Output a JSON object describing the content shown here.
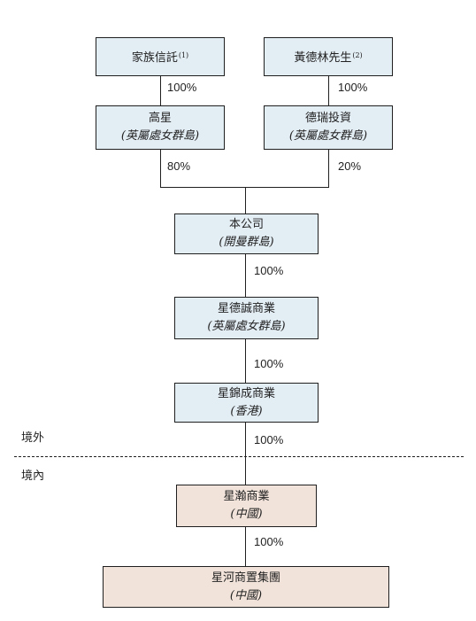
{
  "entities": {
    "family_trust": {
      "name": "家族信託",
      "note": "(1)"
    },
    "mr_huang": {
      "name": "黃德林先生",
      "note": "(2)"
    },
    "gaoxing": {
      "name": "高星",
      "jurisdiction": "(英屬處女群島)"
    },
    "derui": {
      "name": "德瑞投資",
      "jurisdiction": "(英屬處女群島)"
    },
    "company": {
      "name": "本公司",
      "jurisdiction": "(開曼群島)"
    },
    "xingdecheng": {
      "name": "星德誠商業",
      "jurisdiction": "(英屬處女群島)"
    },
    "xingjincheng": {
      "name": "星錦成商業",
      "jurisdiction": "(香港)"
    },
    "xinghan": {
      "name": "星瀚商業",
      "jurisdiction": "(中國)"
    },
    "xinghe": {
      "name": "星河商置集團",
      "jurisdiction": "(中國)"
    }
  },
  "ownership": {
    "trust_to_gaoxing": "100%",
    "huang_to_derui": "100%",
    "gaoxing_to_company": "80%",
    "derui_to_company": "20%",
    "company_to_xingdecheng": "100%",
    "xingdecheng_to_xingjincheng": "100%",
    "xingjincheng_to_xinghan": "100%",
    "xinghan_to_xinghe": "100%"
  },
  "regions": {
    "offshore_label": "境外",
    "onshore_label": "境內"
  },
  "colors": {
    "offshore_fill": "#e3edf4",
    "onshore_fill": "#f1e3da",
    "line": "#1f1f1f"
  }
}
